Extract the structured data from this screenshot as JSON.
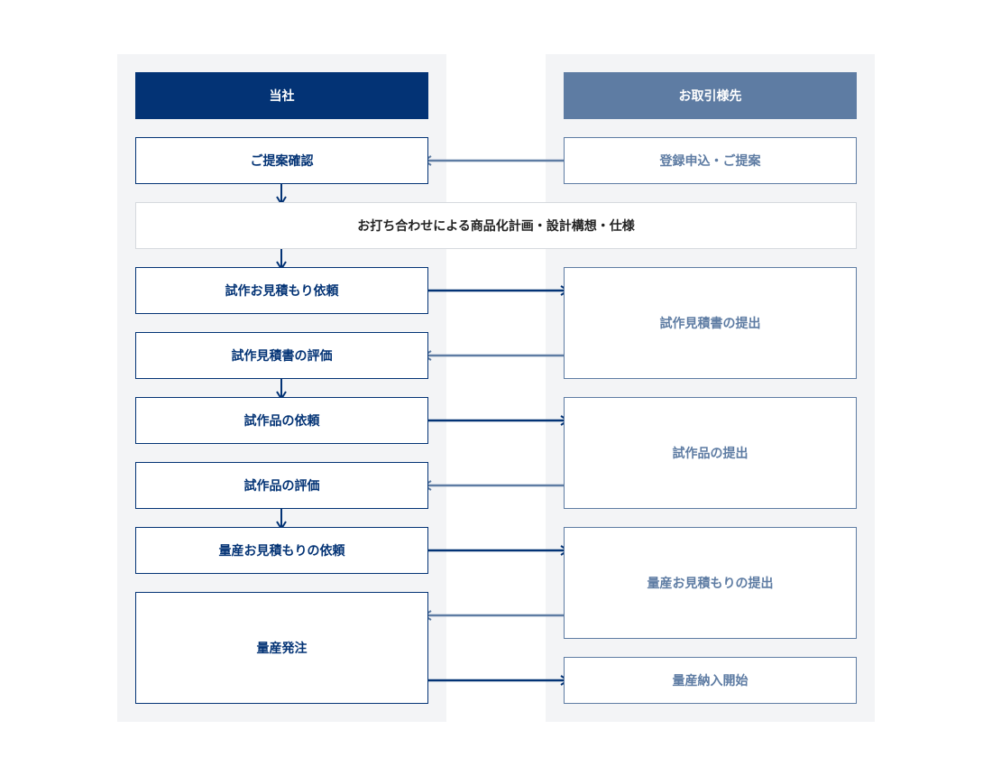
{
  "columns": {
    "left_header": "当社",
    "right_header": "お取引様先"
  },
  "steps": {
    "proposal_review": "ご提案確認",
    "registration": "登録申込・ご提案",
    "planning": "お打ち合わせによる商品化計画・設計構想・仕様",
    "prototype_quote_request": "試作お見積もり依頼",
    "prototype_quote_submit": "試作見積書の提出",
    "prototype_quote_eval": "試作見積書の評価",
    "prototype_request": "試作品の依頼",
    "prototype_submit": "試作品の提出",
    "prototype_eval": "試作品の評価",
    "mass_quote_request": "量産お見積もりの依頼",
    "mass_quote_submit": "量産お見積もりの提出",
    "mass_order": "量産発注",
    "mass_delivery": "量産納入開始"
  },
  "colors": {
    "company_primary": "#033375",
    "partner_primary": "#5e7ca3",
    "column_background": "#f3f4f6",
    "neutral_border": "#d6d9de"
  }
}
